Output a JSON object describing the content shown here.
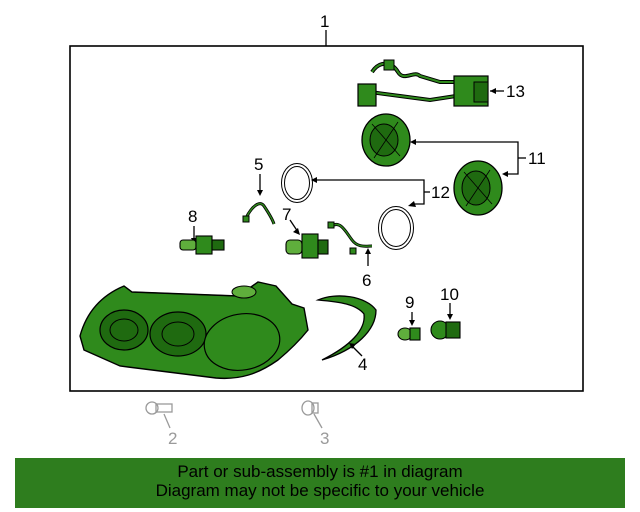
{
  "diagram": {
    "callouts": {
      "c1": "1",
      "c2": "2",
      "c3": "3",
      "c4": "4",
      "c5": "5",
      "c6": "6",
      "c7": "7",
      "c8": "8",
      "c9": "9",
      "c10": "10",
      "c11": "11",
      "c12": "12",
      "c13": "13"
    },
    "colors": {
      "part_fill": "#2f8a1c",
      "part_fill_dark": "#1f6a10",
      "part_fill_light": "#5fae3c",
      "outline": "#000000",
      "not_included_gray": "#9a9a9a",
      "banner": "#2e7d1e"
    }
  },
  "banner": {
    "line1": "Part or sub-assembly is #1 in diagram",
    "line2": "Diagram may not be specific to your vehicle"
  }
}
